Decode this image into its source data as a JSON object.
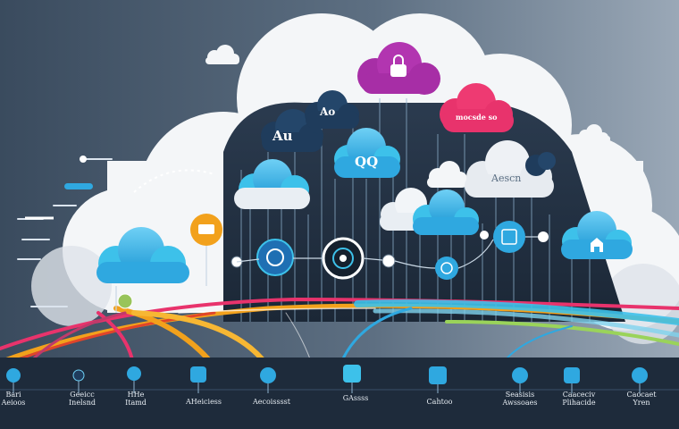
{
  "cloud_labels": {
    "dark_left": "Au",
    "dark_top": "Ao",
    "pink": "mocsde so",
    "white_right": "Aescn",
    "blue_center": "QQ"
  },
  "bottom_labels": [
    {
      "text": "Bari\nAeioos"
    },
    {
      "text": "Geeicc\nInelsnd"
    },
    {
      "text": "HHe\nItamd"
    },
    {
      "text": "AHeiciess"
    },
    {
      "text": "Aecoisssst"
    },
    {
      "text": "GAssss"
    },
    {
      "text": "Cahtoo"
    },
    {
      "text": "Seasisis\nAwssoaes"
    },
    {
      "text": "Caaceciv\nPlihacide"
    },
    {
      "text": "Caocaet\nYren"
    }
  ],
  "colors": {
    "cyan": "#2fa8e0",
    "pink": "#e8336c",
    "purple": "#a72ea6",
    "orange": "#f2a11c",
    "navy": "#1f3c5c"
  }
}
